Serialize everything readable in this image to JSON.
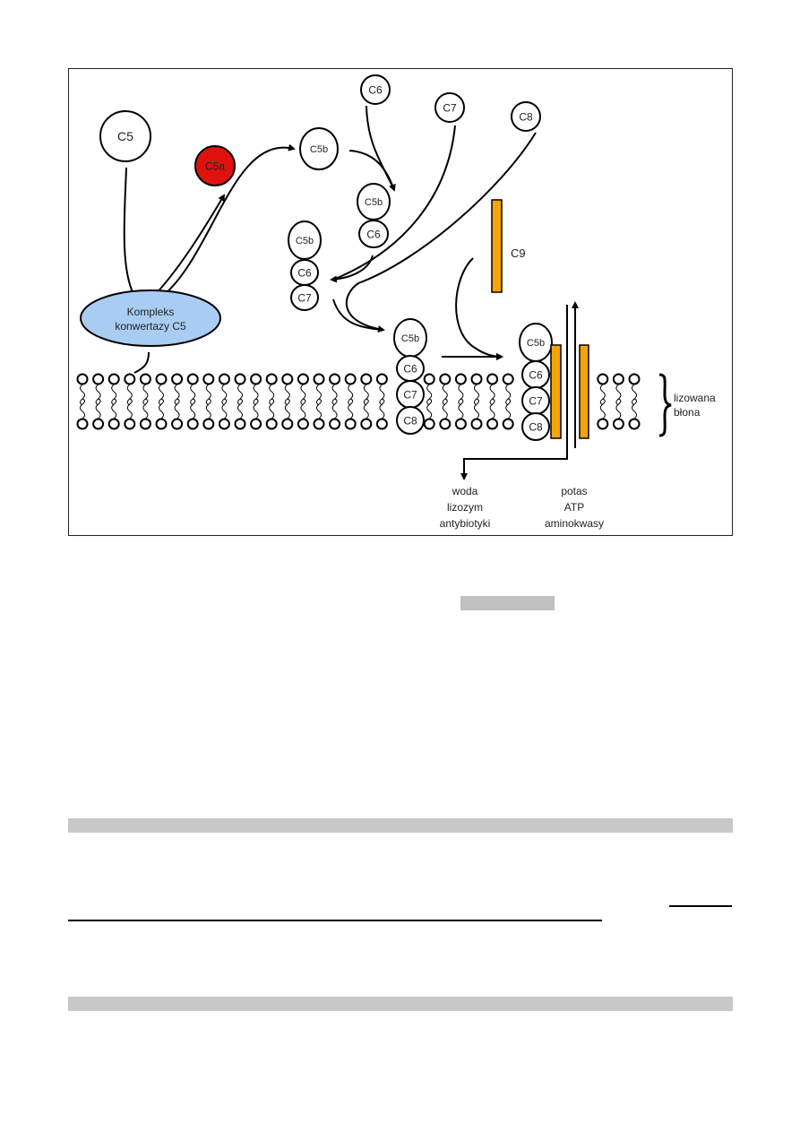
{
  "figure": {
    "molecules": {
      "c5": "C5",
      "c5a": "C5a",
      "c5b": "C5b",
      "c6": "C6",
      "c7": "C7",
      "c8": "C8",
      "c9": "C9"
    },
    "complex_line1": "Kompleks",
    "complex_line2": "konwertazy C5",
    "membrane_label_line1": "lizowana",
    "membrane_label_line2": "błona",
    "outflow": [
      "woda",
      "lizozym",
      "antybiotyki"
    ],
    "inflow": [
      "potas",
      "ATP",
      "aminokwasy"
    ],
    "colors": {
      "c5a": "#e0120f",
      "complex": "#a9cdf2",
      "c9": "#f5a50a",
      "highlight": "#c8c8c8"
    }
  }
}
